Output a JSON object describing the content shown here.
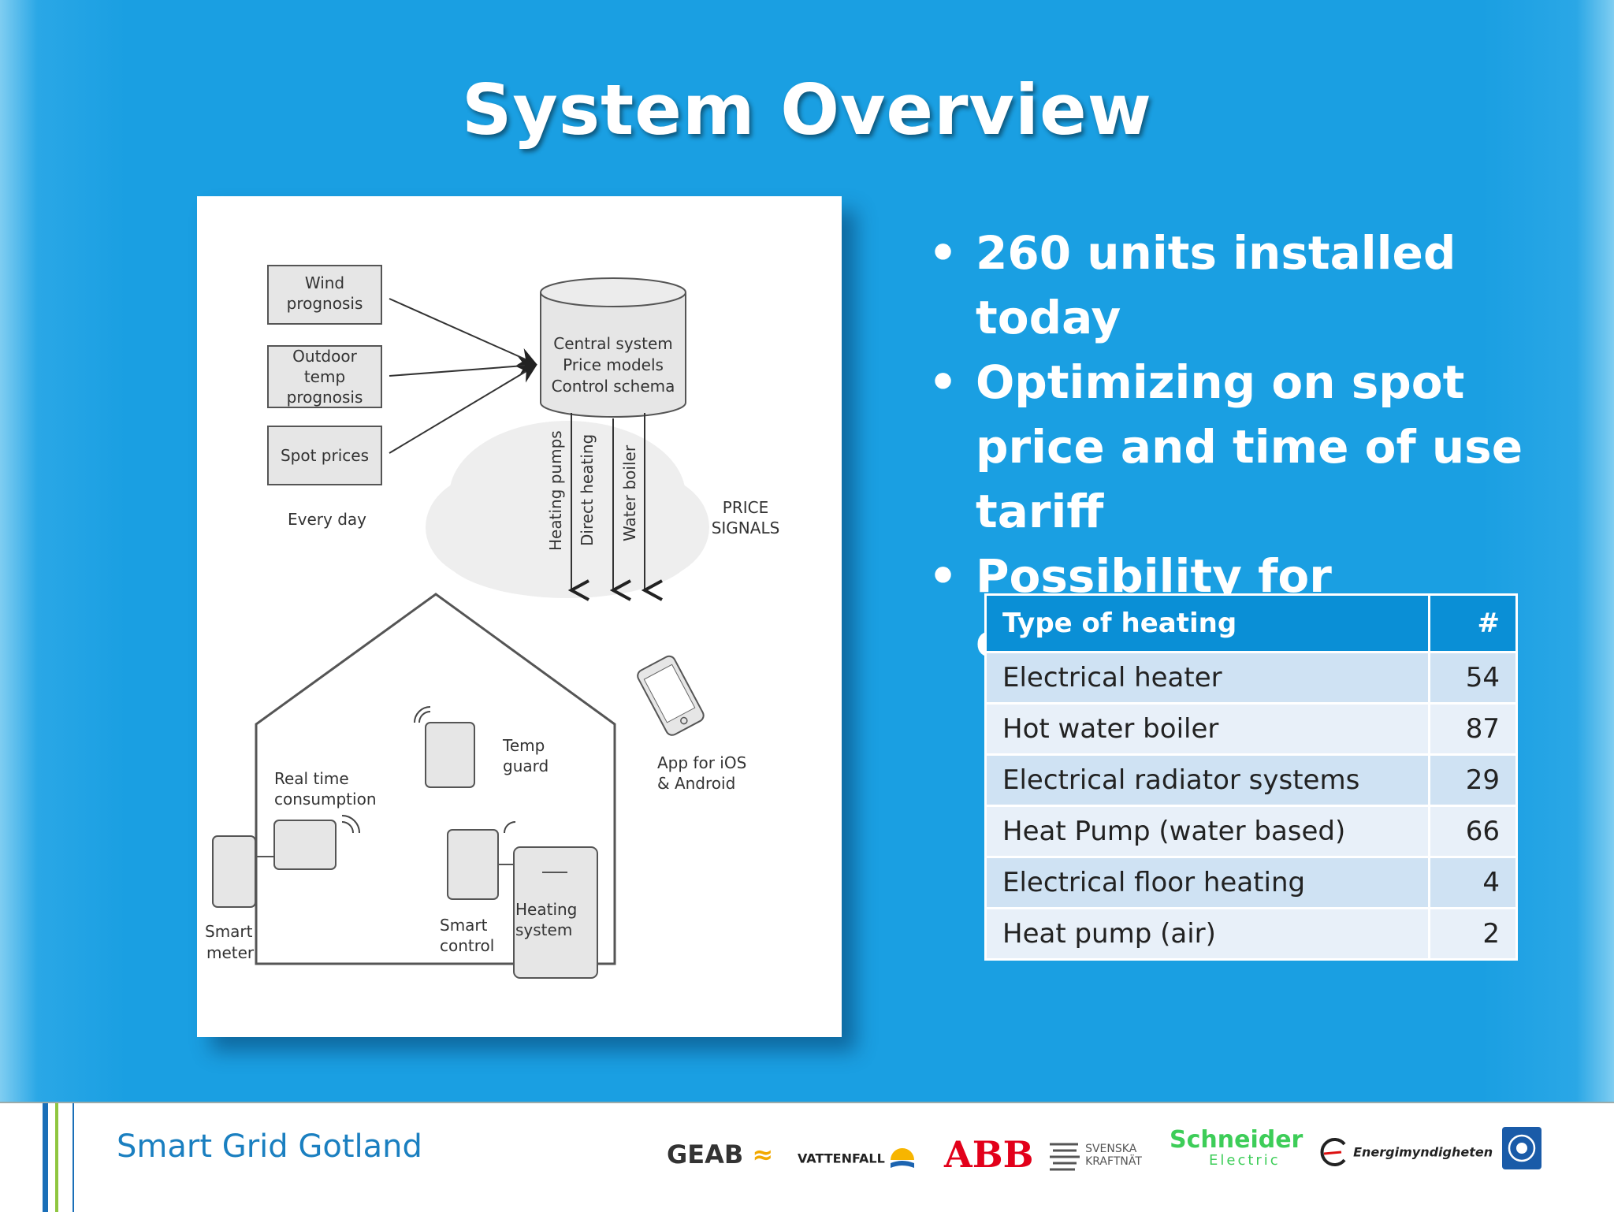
{
  "slide": {
    "title": "System Overview",
    "bullets": [
      "260 units installed today",
      "Optimizing on spot price and time of use tariff",
      "Possibility for consumer override"
    ]
  },
  "diagram": {
    "inputs": {
      "wind": [
        "Wind",
        "prognosis"
      ],
      "outdoor": [
        "Outdoor",
        "temp",
        "prognosis"
      ],
      "spot": "Spot prices"
    },
    "every_day": "Every day",
    "central": [
      "Central system",
      "Price models",
      "Control schema"
    ],
    "channels": [
      "Heating pumps",
      "Direct heating",
      "Water boiler"
    ],
    "price_signals": [
      "PRICE",
      "SIGNALS"
    ],
    "temp_guard": [
      "Temp",
      "guard"
    ],
    "realtime": [
      "Real time",
      "consumption"
    ],
    "app": [
      "App for iOS",
      "& Android"
    ],
    "smart_meter": [
      "Smart",
      "meter"
    ],
    "smart_control": [
      "Smart",
      "control"
    ],
    "heating_system": [
      "Heating",
      "system"
    ]
  },
  "table": {
    "headers": [
      "Type of heating",
      "#"
    ],
    "rows": [
      [
        "Electrical heater",
        "54"
      ],
      [
        "Hot water boiler",
        "87"
      ],
      [
        "Electrical radiator systems",
        "29"
      ],
      [
        "Heat Pump (water based)",
        "66"
      ],
      [
        "Electrical floor heating",
        "4"
      ],
      [
        "Heat pump (air)",
        "2"
      ]
    ]
  },
  "footer": {
    "brand": "Smart Grid Gotland",
    "logos": [
      "GEAB",
      "VATTENFALL",
      "ABB",
      "SVENSKA",
      "KRAFTNÄT",
      "Schneider",
      "Electric",
      "Energimyndigheten"
    ]
  },
  "colors": {
    "background": "#1a9fe2",
    "table_header": "#0a8fd6",
    "table_row_odd": "#cfe2f3",
    "table_row_even": "#e8f0f9",
    "brand_text": "#1a7fc0"
  }
}
